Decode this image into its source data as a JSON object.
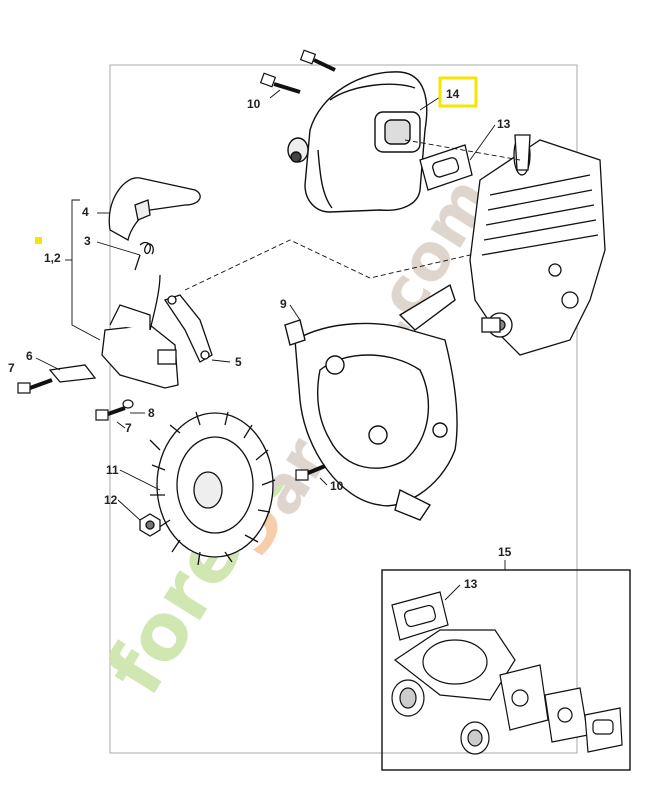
{
  "highlight_color": "#f5e600",
  "watermark": {
    "text_green": "forest",
    "text_orange": "g",
    "text_green2": "arden.com",
    "green": "#c9e3a4",
    "orange": "#f6c69b",
    "grey": "#d9cfc6"
  },
  "labels": {
    "l4": "4",
    "l3": "3",
    "l12": "1,2",
    "l6": "6",
    "l7a": "7",
    "l8": "8",
    "l7b": "7",
    "l5": "5",
    "l9": "9",
    "l10a": "10",
    "l10b": "10",
    "l11": "11",
    "l12b": "12",
    "l13a": "13",
    "l14": "14",
    "l15": "15",
    "l13b": "13"
  }
}
